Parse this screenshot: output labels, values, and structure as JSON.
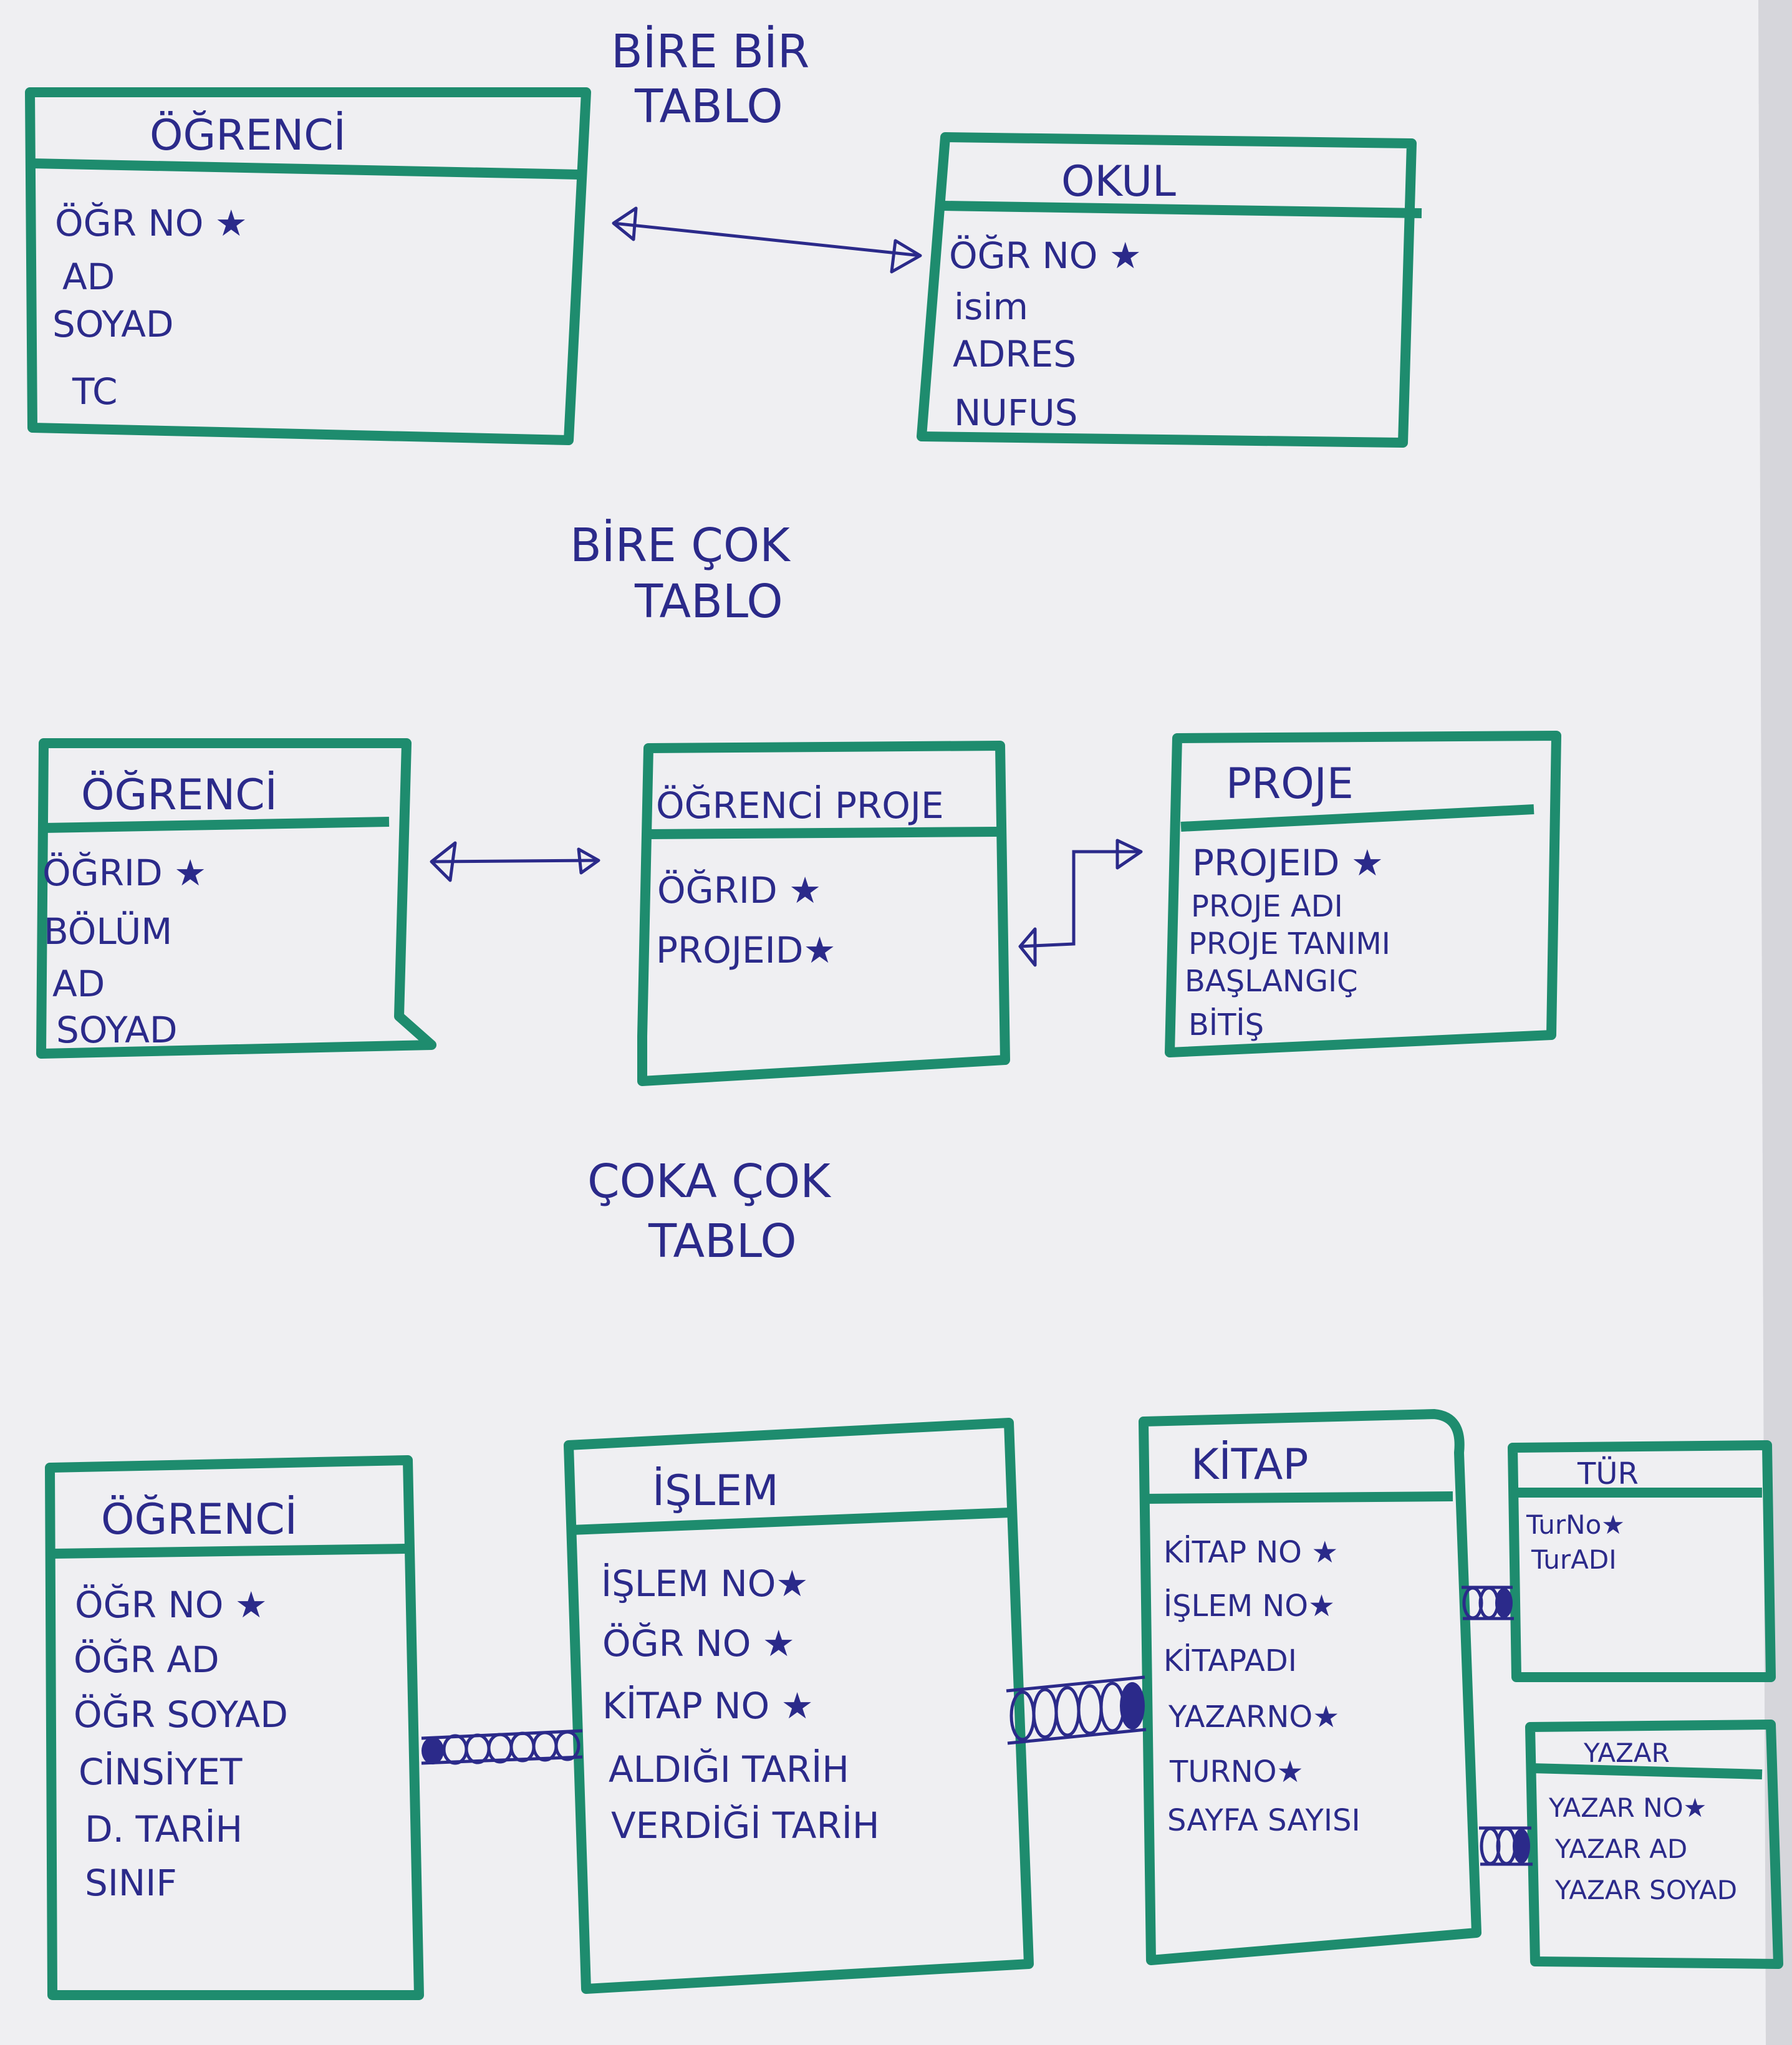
{
  "sections": {
    "one_to_one": {
      "line1": "BİRE BİR",
      "line2": "TABLO"
    },
    "one_to_many": {
      "line1": "BİRE ÇOK",
      "line2": "TABLO"
    },
    "many_to_many": {
      "line1": "ÇOKA ÇOK",
      "line2": "TABLO"
    }
  },
  "tables": {
    "t1_ogrenci": {
      "name": "ÖĞRENCİ",
      "fields": [
        "ÖĞR NO ★",
        "AD",
        "SOYAD",
        "TC"
      ]
    },
    "t1_okul": {
      "name": "OKUL",
      "fields": [
        "ÖĞR NO ★",
        "isim",
        "ADRES",
        "NUFUS"
      ]
    },
    "t2_ogrenci": {
      "name": "ÖĞRENCİ",
      "fields": [
        "ÖĞRID ★",
        "BÖLÜM",
        "AD",
        "SOYAD"
      ]
    },
    "t2_ogrenci_proje": {
      "name": "ÖĞRENCİ PROJE",
      "fields": [
        "ÖĞRID ★",
        "PROJEID★"
      ]
    },
    "t2_proje": {
      "name": "PROJE",
      "fields": [
        "PROJEID ★",
        "PROJE ADI",
        "PROJE TANIMI",
        "BAŞLANGIÇ",
        "BİTİŞ"
      ]
    },
    "t3_ogrenci": {
      "name": "ÖĞRENCİ",
      "fields": [
        "ÖĞR NO ★",
        "ÖĞR AD",
        "ÖĞR SOYAD",
        "CİNSİYET",
        "D. TARİH",
        "SINIF"
      ]
    },
    "t3_islem": {
      "name": "İŞLEM",
      "fields": [
        "İŞLEM NO★",
        "ÖĞR NO ★",
        "KİTAP NO ★",
        "ALDIĞI TARİH",
        "VERDİĞİ TARİH"
      ]
    },
    "t3_kitap": {
      "name": "KİTAP",
      "fields": [
        "KİTAP NO ★",
        "İŞLEM NO★",
        "KİTAPADI",
        "YAZARNO★",
        "TURNO★",
        "SAYFA SAYISI"
      ]
    },
    "t3_tur": {
      "name": "TÜR",
      "fields": [
        "TurNo★",
        "TurADI"
      ]
    },
    "t3_yazar": {
      "name": "YAZAR",
      "fields": [
        "YAZAR NO★",
        "YAZAR AD",
        "YAZAR SOYAD"
      ]
    }
  },
  "colors": {
    "paper": "#efeff2",
    "table_border": "#1e8c6e",
    "ink": "#2b2a8a"
  }
}
